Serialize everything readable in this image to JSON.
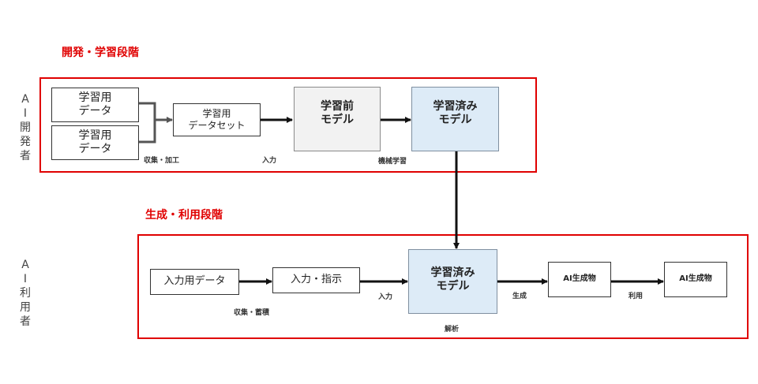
{
  "sections": {
    "development": {
      "title": "開発・学習段階",
      "actor_label": [
        "A",
        "I",
        "開",
        "発",
        "者"
      ],
      "boxes": {
        "training_data_1": "学習用\nデータ",
        "training_data_2": "学習用\nデータ",
        "dataset": "学習用\nデータセット",
        "pre_model": "学習前\nモデル",
        "trained_model": "学習済み\nモデル"
      },
      "edge_labels": {
        "collect": "収集・加工",
        "input": "入力",
        "ml": "機械学習"
      }
    },
    "usage": {
      "title": "生成・利用段階",
      "actor_label": [
        "A",
        "I",
        "利",
        "用",
        "者"
      ],
      "boxes": {
        "input_data": "入力用データ",
        "input_instruction": "入力・指示",
        "trained_model": "学習済み\nモデル",
        "output_1": "AI生成物",
        "output_2": "AI生成物"
      },
      "edge_labels": {
        "collect": "収集・蓄積",
        "input": "入力",
        "analyze": "解析",
        "generate": "生成",
        "use": "利用"
      }
    }
  },
  "colors": {
    "frame": "#e00000",
    "pre_model_fill": "#f2f2f2",
    "trained_model_fill": "#ddebf7"
  }
}
